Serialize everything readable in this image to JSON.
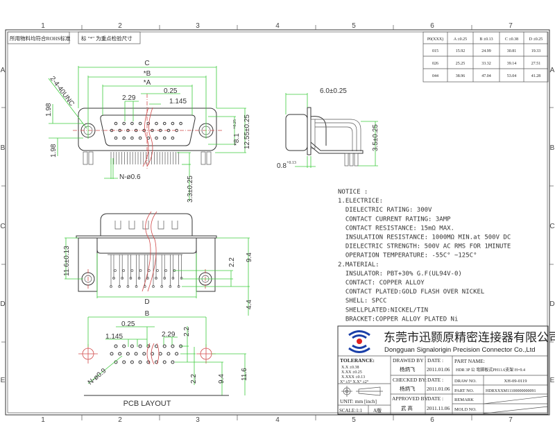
{
  "frame": {
    "columns": [
      "1",
      "2",
      "3",
      "4",
      "5",
      "6",
      "7"
    ],
    "rows": [
      "A",
      "B",
      "C",
      "D",
      "E"
    ]
  },
  "header_notes": {
    "rohs": "所用物料均符合ROHS标准",
    "marked": "标 \"*\" 为重点检验尺寸"
  },
  "spec_table": {
    "headers": [
      "P0(XXX)",
      "A ±0.25",
      "B ±0.13",
      "C ±0.38",
      "D ±0.25"
    ],
    "rows": [
      [
        "015",
        "15.92",
        "24.99",
        "30.81",
        "19.33"
      ],
      [
        "026",
        "25.25",
        "33.32",
        "39.14",
        "27.51"
      ],
      [
        "044",
        "38.96",
        "47.04",
        "53.04",
        "41.28"
      ]
    ]
  },
  "top_view": {
    "dim_c": "C",
    "dim_b": "*B",
    "dim_a": "*A",
    "pitch_025": "0.25",
    "pitch_1145": "1.145",
    "pitch_229": "2.29",
    "thread": "2-4-40UNC",
    "dim_198_top": "1.98",
    "dim_198_bottom": "1.98",
    "dim_81": "*8.1",
    "dim_81_tol_plus": "+0.25",
    "dim_81_tol_minus": "-0",
    "dim_1255": "12.55±0.25",
    "dim_33": "3.3±0.25",
    "pin_dia": "N-ø0.6"
  },
  "side_view": {
    "dim_60": "6.0±0.25",
    "dim_35": "3.5±0.25",
    "dim_08": "0.8",
    "dim_08_tol_plus": "+0.13",
    "dim_08_tol_minus": "-0"
  },
  "front_view": {
    "dim_116": "11.6±0.13",
    "dim_d": "D",
    "dim_22": "2.2",
    "dim_94": "9.4",
    "dim_44": "4.4"
  },
  "pcb_layout": {
    "title": "PCB LAYOUT",
    "dim_b": "B",
    "pitch_025": "0.25",
    "pitch_1145": "1.145",
    "pitch_229": "2.29",
    "dim_22_top": "2.2",
    "dim_22_bottom": "2.2",
    "hole_dia": "N-ø0.9",
    "dim_94": "9.4",
    "dim_116": "11.6"
  },
  "notice": {
    "lines": [
      "NOTICE :",
      "1.ELECTRICE:",
      "  DIELECTRIC RATING: 300V",
      "  CONTACT CURRENT RATING: 3AMP",
      "  CONTACT RESISTANCE: 15mΩ MAX.",
      "  INSULATION RESISTANCE: 1000MΩ MIN.at 500V DC",
      "  DIELECTRIC STRENGTH: 500V AC RMS FOR 1MINUTE",
      "  OPERATION TEMPERATURE: -55C° ~125C°",
      "2.MATERIAL:",
      "  INSULATOR: PBT+30% G.F(UL94V-0)",
      "  CONTACT: COPPER ALLOY",
      "  CONTACT PLATED:GOLD FLASH OVER NICKEL",
      "  SHELL: SPCC",
      "  SHELLPLATED:NICKEL/TIN",
      "  BRACKET:COPPER ALLOY PLATED Ni"
    ]
  },
  "title_block": {
    "company_cn": "东莞市迅颢原精密连接器有限公司",
    "company_en": "Dongguan Signalorigin Precision Connector Co.,Ltd",
    "tolerance_label": "TOLERANCE:",
    "tol_x": "X.X    ±0.38",
    "tol_xx": "X.XX   ±0.25",
    "tol_xxx": "X.XXX  ±0.13",
    "tol_angle": "X° ±5°     X.X° ±2°",
    "unit": "UNIT: mm  [inch]",
    "scale": "SCALE:1:1",
    "sheet": "A版",
    "drawn_by_label": "DRAWED BY :",
    "drawn_by": "杨炳飞",
    "checked_by_label": "CHECKED BY:",
    "checked_by": "杨炳飞",
    "approved_by_label": "APPROVED BY:",
    "approved_by": "武 高",
    "date_label": "DATE :",
    "drawn_date": "2011.01.06",
    "checked_date": "2011.01.06",
    "approved_date": "2011.11.06",
    "part_name_label": "PART NAME:",
    "part_name": "HDR 3P 公 弯脚板式PH11.6支架 H=9.4",
    "draw_no_label": "DRAW NO.",
    "draw_no": "XH-09-0119",
    "part_no_label": "PART NO.",
    "part_no": "HDRXXXM11100000000091",
    "remark_label": "REMARK",
    "mold_no_label": "MOLD NO."
  },
  "colors": {
    "dimension": "#3ccc3c",
    "centerline": "#d04848",
    "outline": "#333333",
    "logo_blue": "#1a3fa8",
    "logo_red": "#e02020"
  }
}
